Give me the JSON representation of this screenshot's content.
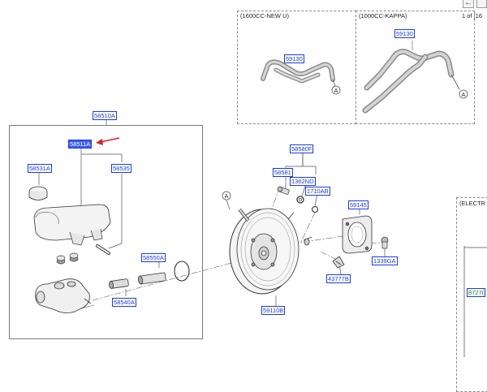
{
  "toolbar": {
    "back_icon": "arrow-left-icon",
    "page_indicator": "1 of [16"
  },
  "variants": {
    "left_caption": "(1600CC-NEW U)",
    "right_caption": "(1000CC-KAPPA)",
    "left_part": "59130",
    "right_part": "59130",
    "circle_marker": "A"
  },
  "side_panel": {
    "caption": "(ELECTR",
    "part": "8727("
  },
  "main": {
    "circle_marker": "A",
    "labels": {
      "p58510A": "58510A",
      "p58511A": "58511A",
      "p58531A": "58531A",
      "p58535": "58535",
      "p58550A": "58550A",
      "p58540A": "58540A",
      "p58580F": "58580F",
      "p58581": "58581",
      "p1362ND": "1362ND",
      "p1710AB": "1710AB",
      "p59145": "59145",
      "p1339GA": "1339GA",
      "p43777B": "43777B",
      "p59110B": "59110B"
    }
  },
  "colors": {
    "label_blue": "#1a3cd6",
    "selected_fill": "#3a5cf0",
    "pointer_red": "#e02020",
    "line_gray": "#7a7a7a"
  }
}
